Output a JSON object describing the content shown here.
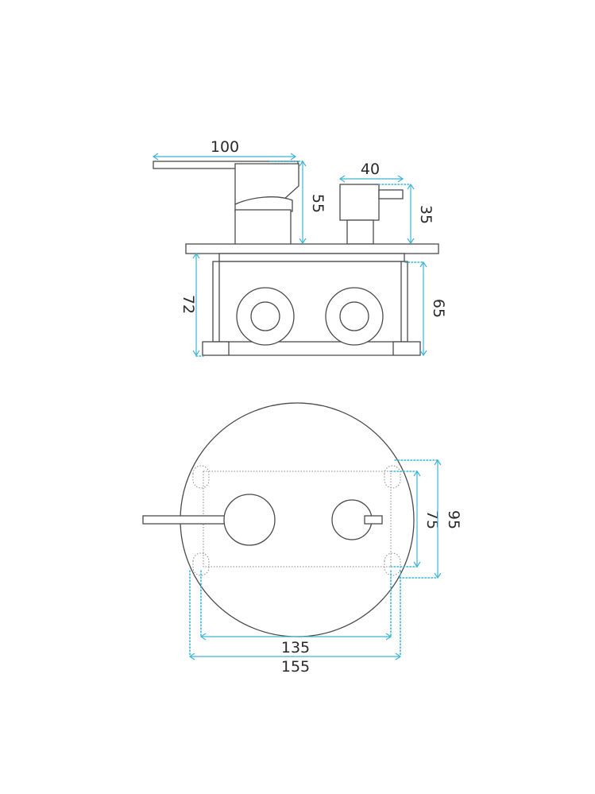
{
  "colors": {
    "outline": "#4a4a4a",
    "dimension": "#3fb4d6",
    "background": "#ffffff"
  },
  "side_view": {
    "dimensions": {
      "handle_length": "100",
      "mixer_height": "55",
      "diverter_length": "40",
      "diverter_height": "35",
      "body_height": "72",
      "box_depth": "65"
    }
  },
  "front_view": {
    "dimensions": {
      "inner_height": "75",
      "outer_height": "95",
      "inner_width": "135",
      "outer_width": "155"
    }
  }
}
